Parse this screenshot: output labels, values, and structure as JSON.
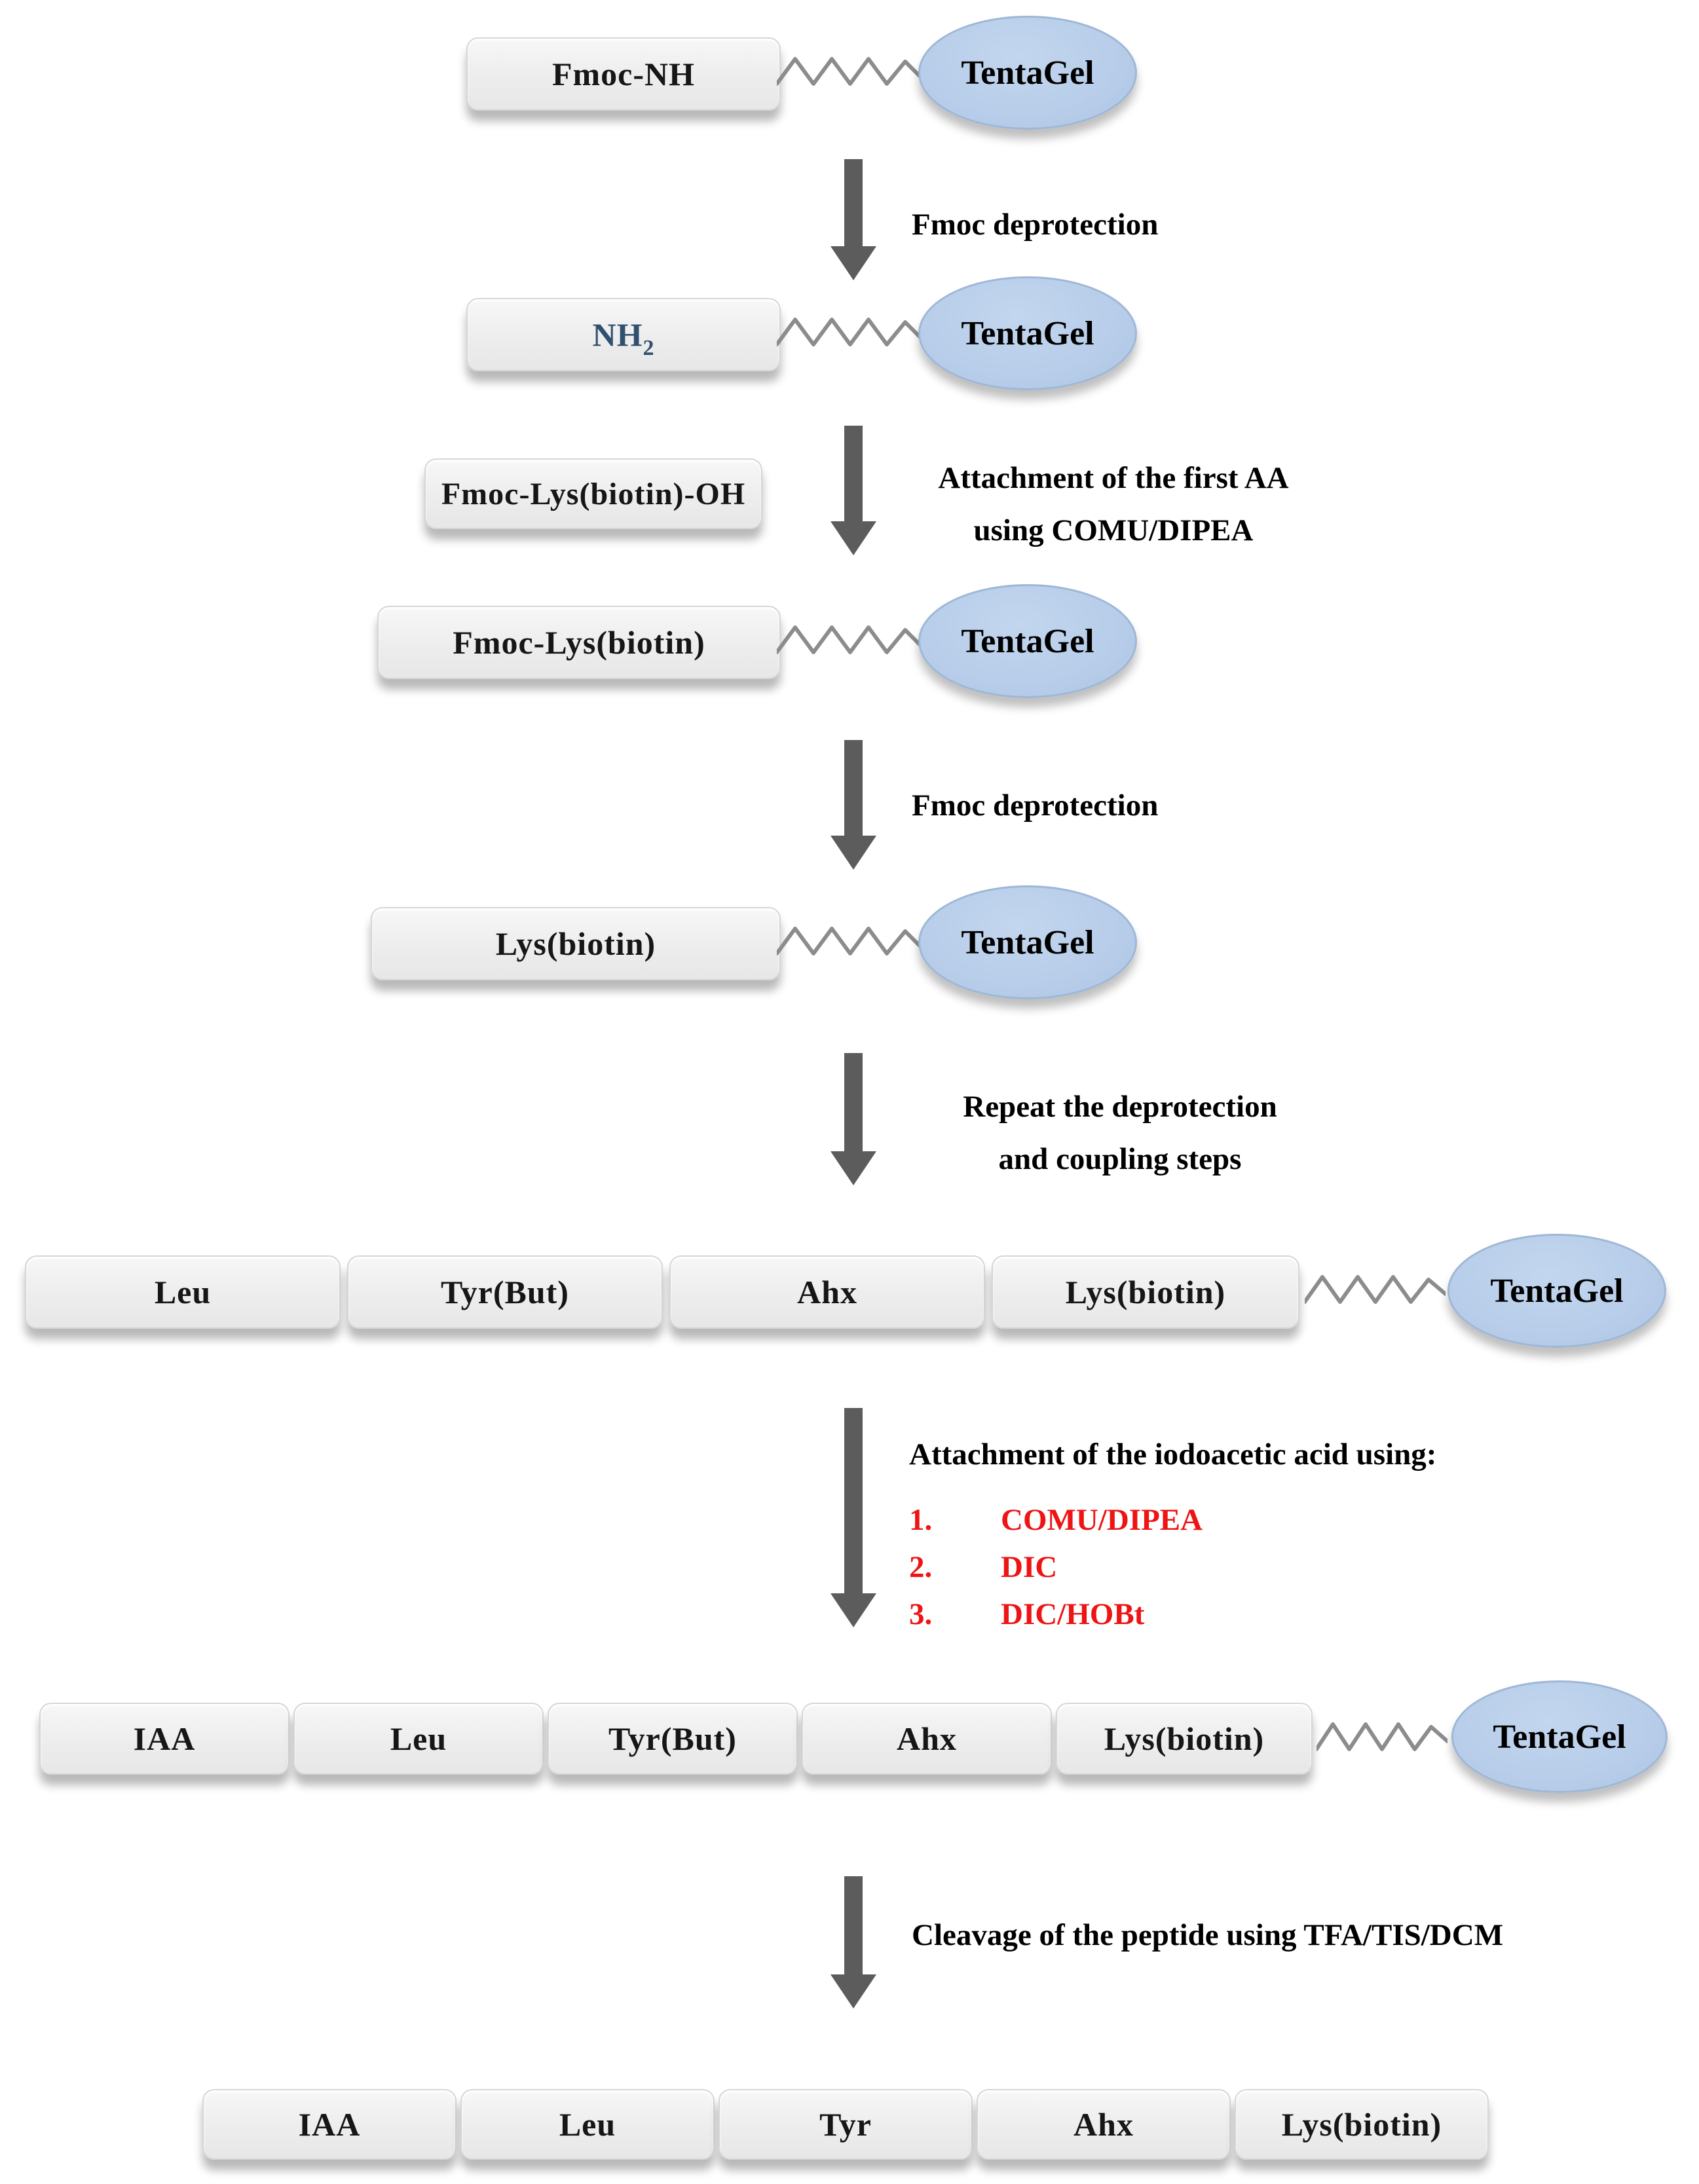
{
  "diagram": {
    "resin_label": "TentaGel",
    "molecules": {
      "m1": {
        "label": "Fmoc-NH"
      },
      "m2": {
        "label": "NH",
        "subscript": "2"
      },
      "reagent": {
        "label": "Fmoc-Lys(biotin)-OH"
      },
      "m3": {
        "label": "Fmoc-Lys(biotin)"
      },
      "m4": {
        "label": "Lys(biotin)"
      },
      "chain1": {
        "blocks": [
          "Leu",
          "Tyr(But)",
          "Ahx",
          "Lys(biotin)"
        ]
      },
      "chain2": {
        "blocks": [
          "IAA",
          "Leu",
          "Tyr(But)",
          "Ahx",
          "Lys(biotin)"
        ]
      },
      "chain3": {
        "blocks": [
          "IAA",
          "Leu",
          "Tyr",
          "Ahx",
          "Lys(biotin)"
        ]
      }
    },
    "steps": {
      "step1": {
        "label": "Fmoc deprotection"
      },
      "step2": {
        "line1": "Attachment of the first AA",
        "line2": "using COMU/DIPEA"
      },
      "step3": {
        "label": "Fmoc deprotection"
      },
      "step4": {
        "line1": "Repeat the deprotection",
        "line2": "and coupling steps"
      },
      "step5": {
        "label": "Attachment of the iodoacetic acid using:",
        "options": [
          {
            "num": "1.",
            "text": "COMU/DIPEA"
          },
          {
            "num": "2.",
            "text": "DIC"
          },
          {
            "num": "3.",
            "text": "DIC/HOBt"
          }
        ]
      },
      "step6": {
        "label": "Cleavage of the peptide using TFA/TIS/DCM"
      }
    },
    "colors": {
      "box_fill": "#efefef",
      "resin_fill": "#b7cde9",
      "resin_border": "#9fb7d6",
      "arrow_gray": "#5c5c5c",
      "highlight_red": "#ee1414",
      "nh2_blue": "#31506f"
    }
  }
}
